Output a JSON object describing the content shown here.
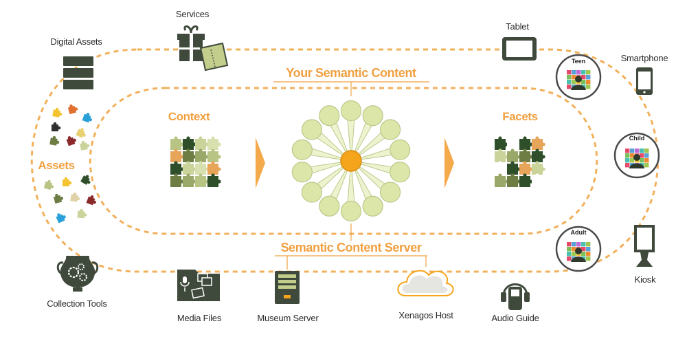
{
  "diagram": {
    "center_title": "Your Semantic Content",
    "server_title": "Semantic Content Server",
    "context_label": "Context",
    "facets_label": "Facets",
    "assets_label": "Assets"
  },
  "sources": {
    "digital_assets": "Digital Assets",
    "services": "Services",
    "collection_tools": "Collection Tools",
    "media_files": "Media Files",
    "museum_server": "Museum Server",
    "xenagos_host": "Xenagos Host"
  },
  "devices": {
    "tablet": "Tablet",
    "smartphone": "Smartphone",
    "kiosk": "Kiosk",
    "audio_guide": "Audio Guide"
  },
  "audiences": {
    "teen": "Teen",
    "child": "Child",
    "adult": "Adult"
  },
  "colors": {
    "accent_orange": "#f0a040",
    "loop_dash": "#f2b05a",
    "dark_olive": "#3f4a3c",
    "node_green": "#dbe6a8",
    "node_stroke": "#b9c98a",
    "core_orange": "#f4a51c"
  }
}
